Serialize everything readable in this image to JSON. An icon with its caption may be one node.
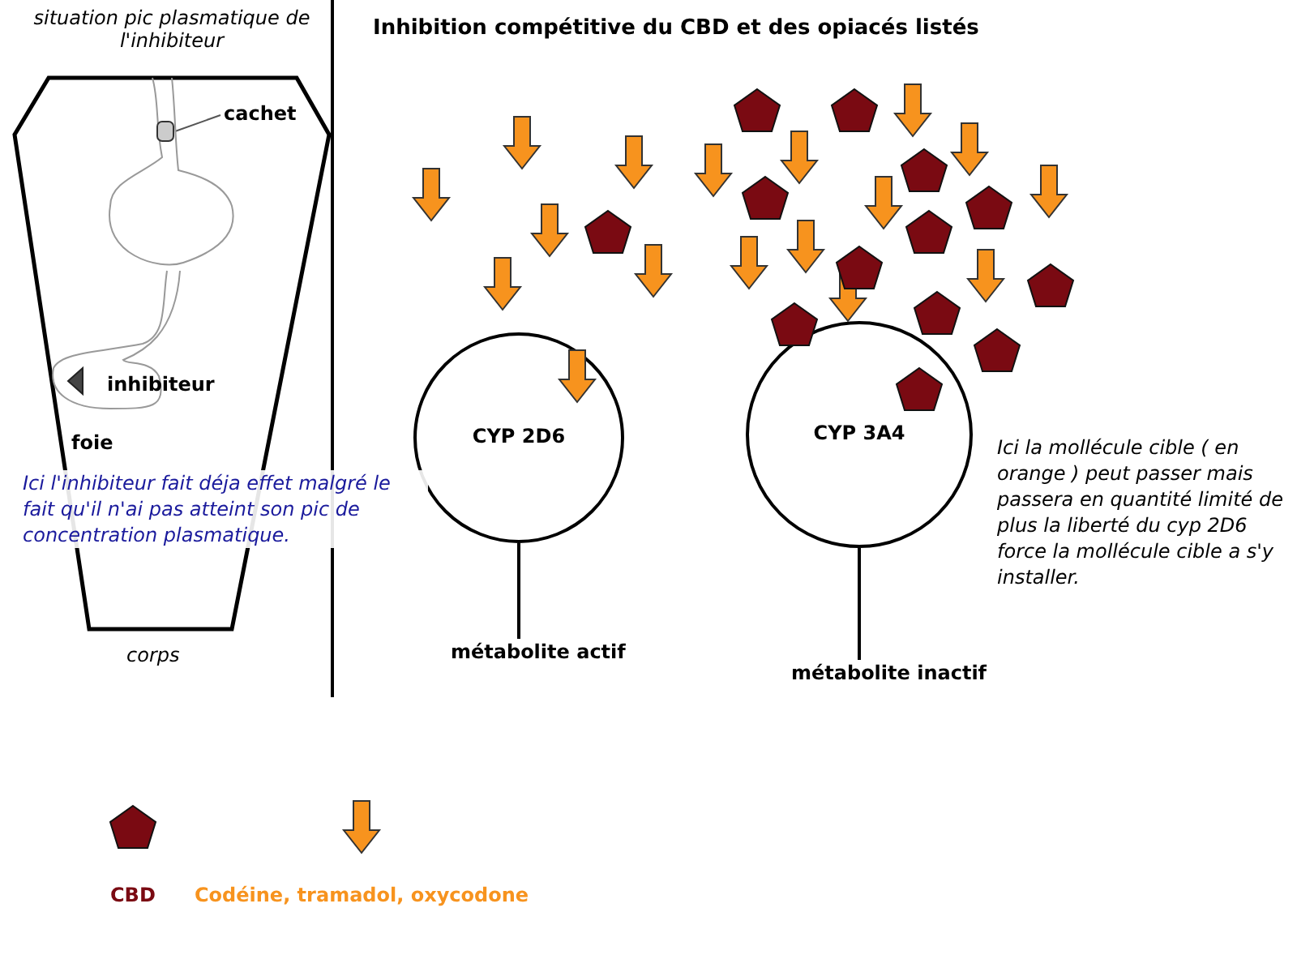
{
  "diagram": {
    "title": "Inhibition compétitive du CBD et des opiacés listés",
    "nodes": [
      {
        "text": [
          "corps"
        ]
      },
      {
        "text": [
          "cachet"
        ],
        "in": 0
      },
      {
        "text": [],
        "shape": "box",
        "in": 0
      },
      {
        "text": [
          "CYP 2D6"
        ]
      },
      {
        "text": [
          "CYP 3A4"
        ]
      },
      {
        "text": [
          "métabolite actif"
        ]
      },
      {
        "text": [
          "métabolite inactif"
        ]
      }
    ],
    "edges": [
      {
        "from": 1,
        "to": 2,
        "arrow": "none"
      },
      {
        "from": 3,
        "to": 5,
        "arrow": "none"
      },
      {
        "from": 4,
        "to": 6,
        "arrow": "none"
      }
    ],
    "labels": [
      "situation pic plasmatique de l'inhibiteur",
      "inhibiteur",
      "foie",
      "Ici l'inhibiteur fait déja effet malgré le fait qu'il n'ai pas atteint son pic de concentration plasmatique.",
      "Ici la mollécule cible ( en orange ) peut passer mais passera en quantité limité de plus la liberté du cyp 2D6 force la mollécule cible a s'y installer."
    ],
    "legend": [
      {
        "text": "CBD"
      },
      {
        "text": "Codéine, tramadol, oxycodone"
      }
    ]
  }
}
